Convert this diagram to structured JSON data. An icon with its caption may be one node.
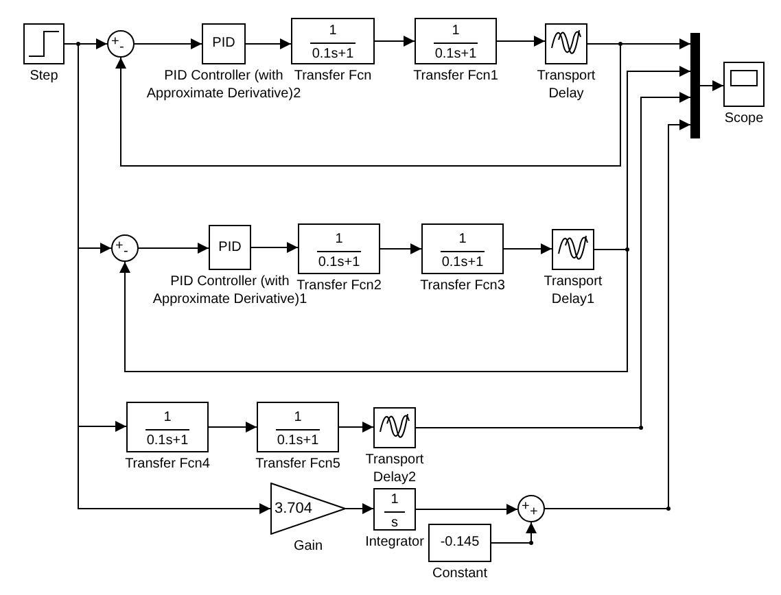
{
  "diagram": {
    "nodes": [
      {
        "text": [],
        "shape": "box",
        "beside": [
          "Step"
        ]
      },
      {
        "text": [
          "+",
          "-"
        ]
      },
      {
        "text": [
          "PID"
        ],
        "beside": [
          "PID Controller (with Approximate Derivative)2"
        ]
      },
      {
        "text": [
          "1",
          "0.1s+1"
        ],
        "beside": [
          "Transfer Fcn"
        ]
      },
      {
        "text": [
          "1",
          "0.1s+1"
        ],
        "beside": [
          "Transfer Fcn1"
        ]
      },
      {
        "text": [],
        "shape": "box",
        "beside": [
          "Transport Delay"
        ]
      },
      {
        "text": [],
        "shape": "bar"
      },
      {
        "text": [],
        "shape": "box",
        "beside": [
          "Scope"
        ]
      },
      {
        "text": [
          "+",
          "-"
        ]
      },
      {
        "text": [
          "PID"
        ],
        "beside": [
          "PID Controller (with Approximate Derivative)1"
        ]
      },
      {
        "text": [
          "1",
          "0.1s+1"
        ],
        "beside": [
          "Transfer Fcn2"
        ]
      },
      {
        "text": [
          "1",
          "0.1s+1"
        ],
        "beside": [
          "Transfer Fcn3"
        ]
      },
      {
        "text": [],
        "shape": "box",
        "beside": [
          "Transport Delay1"
        ]
      },
      {
        "text": [
          "1",
          "0.1s+1"
        ],
        "beside": [
          "Transfer Fcn4"
        ]
      },
      {
        "text": [
          "1",
          "0.1s+1"
        ],
        "beside": [
          "Transfer Fcn5"
        ]
      },
      {
        "text": [],
        "shape": "box",
        "beside": [
          "Transport Delay2"
        ]
      },
      {
        "text": [
          "3.704"
        ],
        "beside": [
          "Gain"
        ]
      },
      {
        "text": [
          "1",
          "s"
        ],
        "beside": [
          "Integrator"
        ]
      },
      {
        "text": [
          "+",
          "+"
        ]
      },
      {
        "text": [
          "-0.145"
        ],
        "beside": [
          "Constant"
        ]
      }
    ],
    "edges": [
      {
        "from": 0,
        "to": 1,
        "arrow": "to"
      },
      {
        "from": 1,
        "to": 2,
        "arrow": "to"
      },
      {
        "from": 2,
        "to": 3,
        "arrow": "to"
      },
      {
        "from": 3,
        "to": 4,
        "arrow": "to"
      },
      {
        "from": 4,
        "to": 5,
        "arrow": "to"
      },
      {
        "from": 5,
        "to": 6,
        "arrow": "to"
      },
      {
        "from": 5,
        "to": 1,
        "arrow": "to"
      },
      {
        "from": 6,
        "to": 7,
        "arrow": "to"
      },
      {
        "from": 0,
        "to": 8,
        "arrow": "to"
      },
      {
        "from": 8,
        "to": 9,
        "arrow": "to"
      },
      {
        "from": 9,
        "to": 10,
        "arrow": "to"
      },
      {
        "from": 10,
        "to": 11,
        "arrow": "to"
      },
      {
        "from": 11,
        "to": 12,
        "arrow": "to"
      },
      {
        "from": 12,
        "to": 6,
        "arrow": "to"
      },
      {
        "from": 12,
        "to": 8,
        "arrow": "to"
      },
      {
        "from": 0,
        "to": 13,
        "arrow": "to"
      },
      {
        "from": 13,
        "to": 14,
        "arrow": "to"
      },
      {
        "from": 14,
        "to": 15,
        "arrow": "to"
      },
      {
        "from": 15,
        "to": 6,
        "arrow": "to"
      },
      {
        "from": 0,
        "to": 16,
        "arrow": "to"
      },
      {
        "from": 16,
        "to": 17,
        "arrow": "to"
      },
      {
        "from": 17,
        "to": 18,
        "arrow": "to"
      },
      {
        "from": 19,
        "to": 18,
        "arrow": "to"
      },
      {
        "from": 18,
        "to": 6,
        "arrow": "to"
      }
    ]
  }
}
